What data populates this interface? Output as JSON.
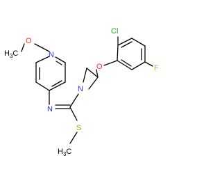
{
  "diagram": {
    "type": "chemical-structure",
    "atoms": {
      "methoxy_ch3": {
        "h": "H",
        "sub": "3",
        "c": "C"
      },
      "methoxy_o": "O",
      "pyridine_n": "N",
      "imine_n": "N",
      "azetidine_n": "N",
      "ether_o": "O",
      "chloro": "Cl",
      "fluoro": "F",
      "thio_s": "S",
      "thio_ch3": {
        "h": "H",
        "sub": "3",
        "c": "C"
      }
    },
    "colors": {
      "bond": "#000000",
      "oxygen": "#ff2a1f",
      "nitrogen": "#2633ff",
      "chlorine": "#22aa22",
      "fluorine": "#8fd13a",
      "sulfur": "#b3a400",
      "carbon": "#000000"
    }
  }
}
